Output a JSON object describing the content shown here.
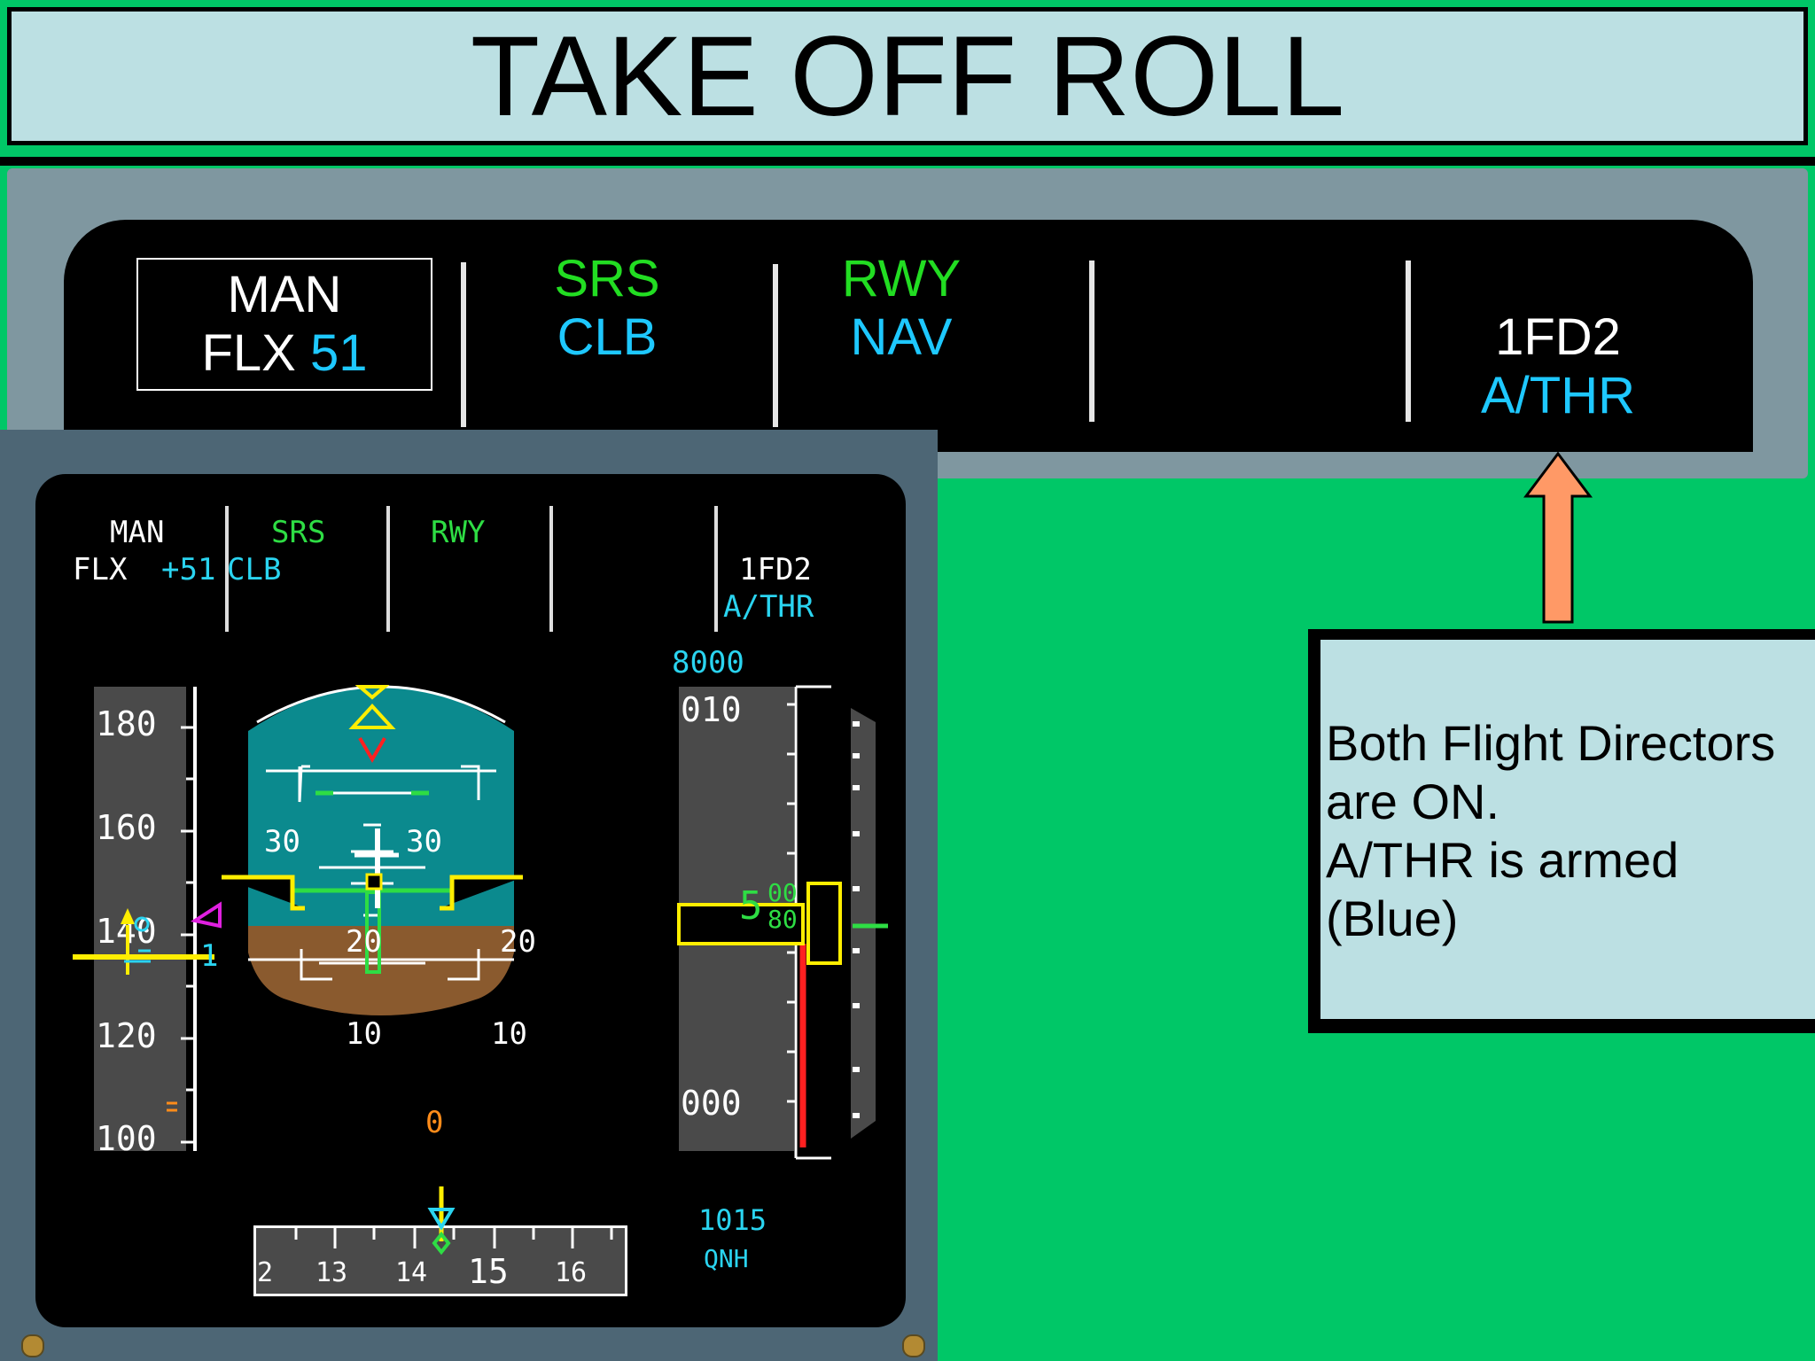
{
  "title": "TAKE OFF ROLL",
  "fma_large": {
    "col1_line1": "MAN",
    "col1_line2": "FLX",
    "col1_value": "51",
    "col2_line1": "SRS",
    "col2_line2": "CLB",
    "col3_line1": "RWY",
    "col3_line2": "NAV",
    "col5_line1": "1FD2",
    "col5_line2": "A/THR"
  },
  "callout_text": "Both Flight Directors\nare ON.\nA/THR is armed\n(Blue)",
  "pfd": {
    "fma": {
      "man": "MAN",
      "flx": "FLX",
      "flx_value": "+51",
      "clb": "CLB",
      "srs": "SRS",
      "rwy": "RWY",
      "fd": "1FD2",
      "athr": "A/THR"
    },
    "speed_ticks": [
      "180",
      "160",
      "140",
      "120",
      "100"
    ],
    "speed_trend_value": "1",
    "pitch_labels": [
      "30",
      "20",
      "10"
    ],
    "ground_heading": "0",
    "altitude_target": "8000",
    "altitude_top": "010",
    "altitude_bottom": "000",
    "altitude_digit": "5",
    "altitude_drum": [
      "00",
      "80"
    ],
    "heading_ticks": [
      "2",
      "13",
      "14",
      "15",
      "16"
    ],
    "baro_value": "1015",
    "baro_label": "QNH"
  },
  "colors": {
    "green": "#22dd22",
    "cyan": "#1ec8ff",
    "pfd_cyan": "#2ad4f0",
    "pfd_green": "#2edd44",
    "amber": "#ff8c1a",
    "yellow": "#ffee00",
    "magenta": "#e020e0",
    "arrow": "#ff9966"
  }
}
